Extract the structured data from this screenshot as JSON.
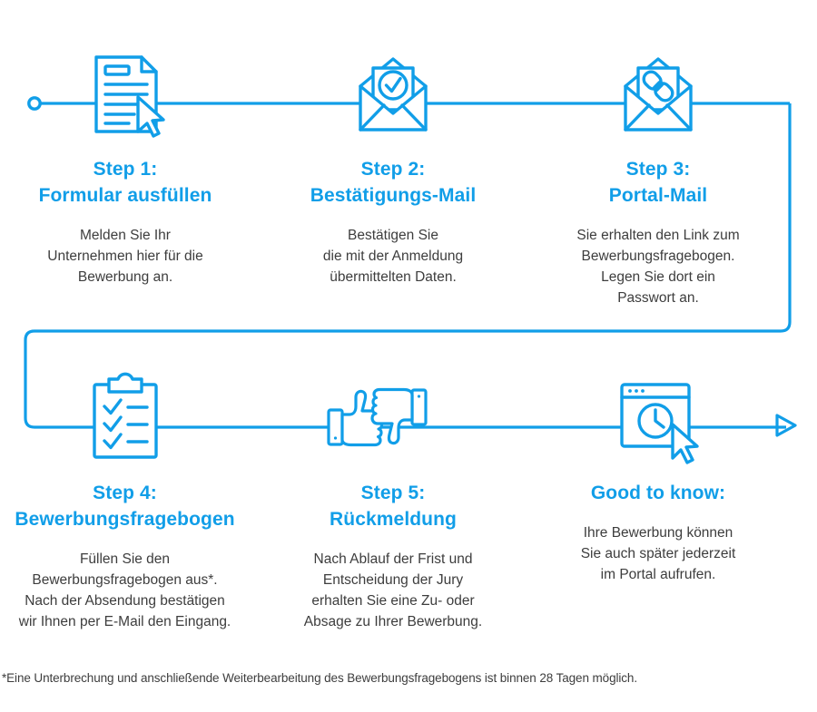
{
  "theme": {
    "accent": "#119EE8",
    "text": "#3d3d3d",
    "background": "#ffffff"
  },
  "flow": {
    "start_marker": "circle-node",
    "end_marker": "arrow-head",
    "direction": "left-to-right, wrap down, left-to-right"
  },
  "steps": [
    {
      "id": "step1",
      "icon": "document-cursor-icon",
      "title_line1": "Step 1:",
      "title_line2": "Formular ausfüllen",
      "description": "Melden Sie Ihr\nUnternehmen hier für die\nBewerbung an."
    },
    {
      "id": "step2",
      "icon": "envelope-check-icon",
      "title_line1": "Step 2:",
      "title_line2": "Bestätigungs-Mail",
      "description": "Bestätigen Sie\ndie mit der Anmeldung\nübermittelten Daten."
    },
    {
      "id": "step3",
      "icon": "envelope-link-icon",
      "title_line1": "Step 3:",
      "title_line2": "Portal-Mail",
      "description": "Sie erhalten den Link zum\nBewerbungsfragebogen.\nLegen Sie dort ein\nPasswort an."
    },
    {
      "id": "step4",
      "icon": "clipboard-checklist-icon",
      "title_line1": "Step 4:",
      "title_line2": "Bewerbungsfragebogen",
      "description": "Füllen Sie den\nBewerbungsfragebogen aus*.\nNach der Absendung bestätigen\nwir Ihnen per E-Mail den Eingang."
    },
    {
      "id": "step5",
      "icon": "thumbs-up-down-icon",
      "title_line1": "Step 5:",
      "title_line2": "Rückmeldung",
      "description": "Nach Ablauf der Frist und\nEntscheidung der Jury\nerhalten Sie eine Zu- oder\nAbsage zu Ihrer Bewerbung."
    },
    {
      "id": "good-to-know",
      "icon": "browser-clock-cursor-icon",
      "title_line1": "",
      "title_line2": "Good to know:",
      "description": "Ihre Bewerbung können\nSie auch später jederzeit\nim Portal aufrufen."
    }
  ],
  "footnote": "*Eine Unterbrechung und anschließende Weiterbearbeitung des Bewerbungsfragebogens ist binnen 28 Tagen möglich."
}
